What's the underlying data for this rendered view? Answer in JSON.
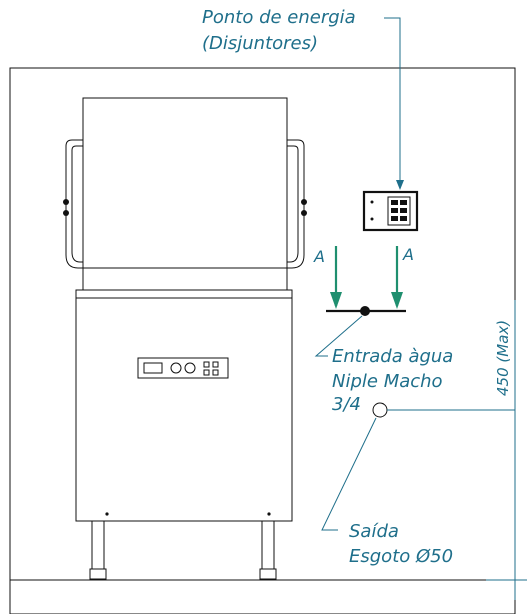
{
  "labels": {
    "power_line1": "Ponto de energia",
    "power_line2": "(Disjuntores)",
    "arrow_a_left": "A",
    "arrow_a_right": "A",
    "water_line1": "Entrada àgua",
    "water_line2": "Niple Macho",
    "water_line3": "3/4",
    "drain_line1": "Saída",
    "drain_line2": "Esgoto Ø50",
    "height_dimension": "450 (Max)"
  },
  "colors": {
    "annotation": "#1f6f8b",
    "arrow": "#1f8f6f",
    "line": "#111111"
  }
}
